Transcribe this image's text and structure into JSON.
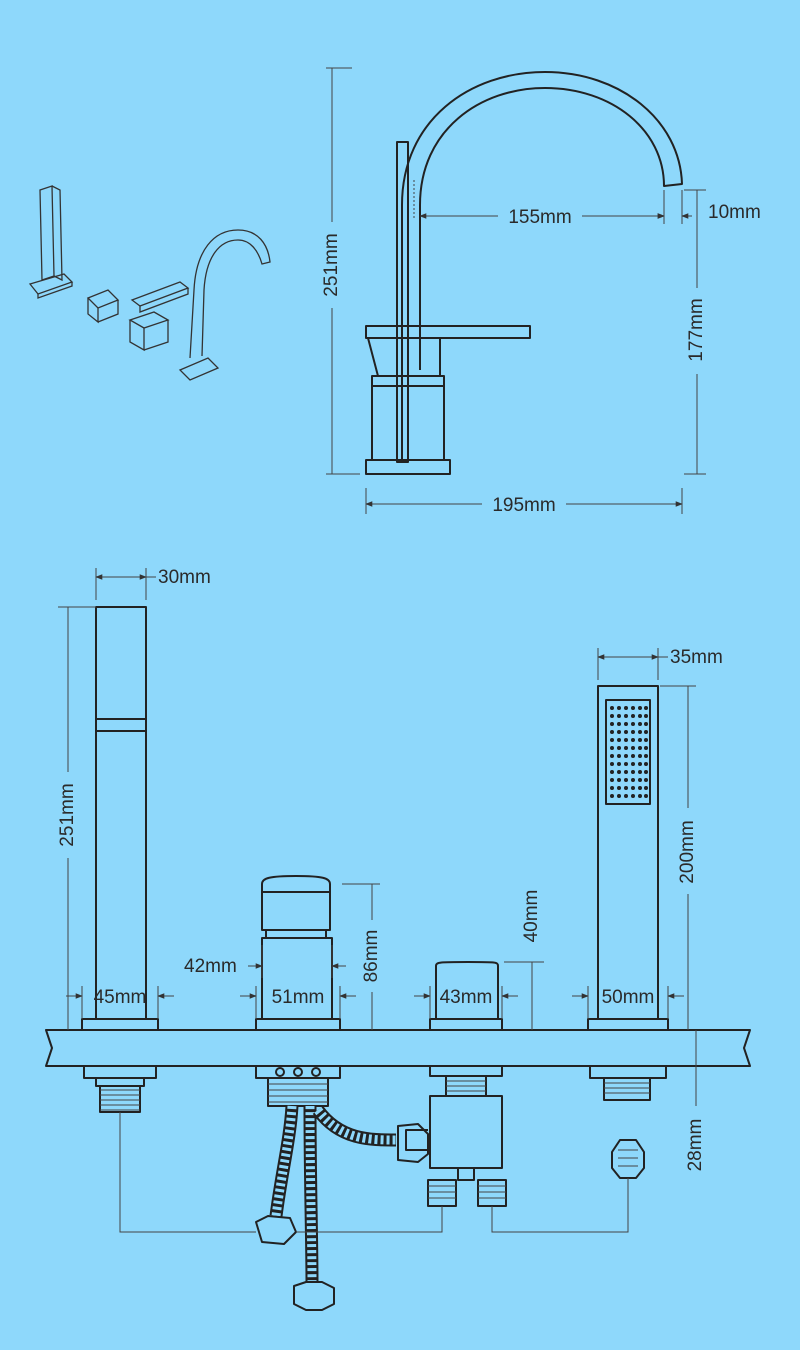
{
  "colors": {
    "background": "#8ed8fb",
    "line": "#222222"
  },
  "top_view": {
    "height_total": "251mm",
    "spout_reach": "155mm",
    "spout_tip": "10mm",
    "spout_clearance": "177mm",
    "base_width": "195mm"
  },
  "bottom_view": {
    "handle_width": "30mm",
    "handle_height": "251mm",
    "base_1": "45mm",
    "valve_width": "42mm",
    "base_2": "51mm",
    "valve_height": "86mm",
    "base_3": "43mm",
    "knob_height": "40mm",
    "shower_width": "35mm",
    "shower_height": "200mm",
    "base_4": "50mm",
    "deck_thickness": "28mm"
  }
}
